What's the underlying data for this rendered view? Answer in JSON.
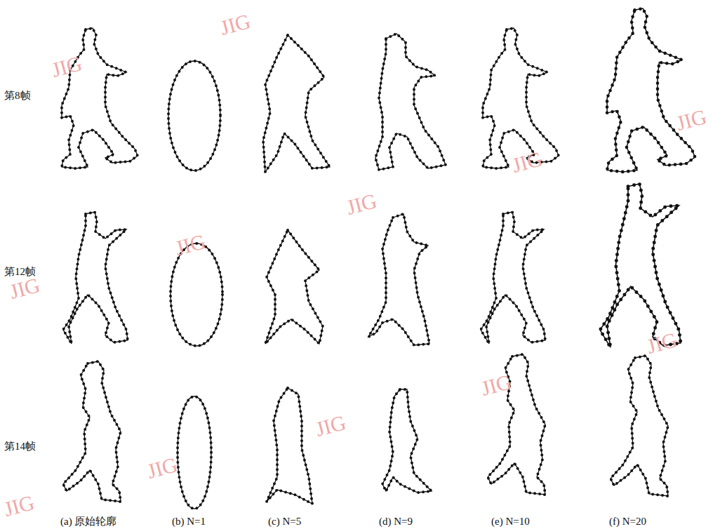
{
  "diagram": {
    "labels": [
      "第8帧",
      "第12帧",
      "第14帧",
      "(a) 原始轮廓",
      "(b) N=1",
      "(c) N=5",
      "(d) N=9",
      "(e) N=10",
      "(f) N=20",
      "JIG",
      "JIG",
      "JIG",
      "JIG",
      "JIG",
      "JIG",
      "JIG",
      "JIG",
      "JIG",
      "JIG",
      "JIG",
      "JIG"
    ]
  }
}
